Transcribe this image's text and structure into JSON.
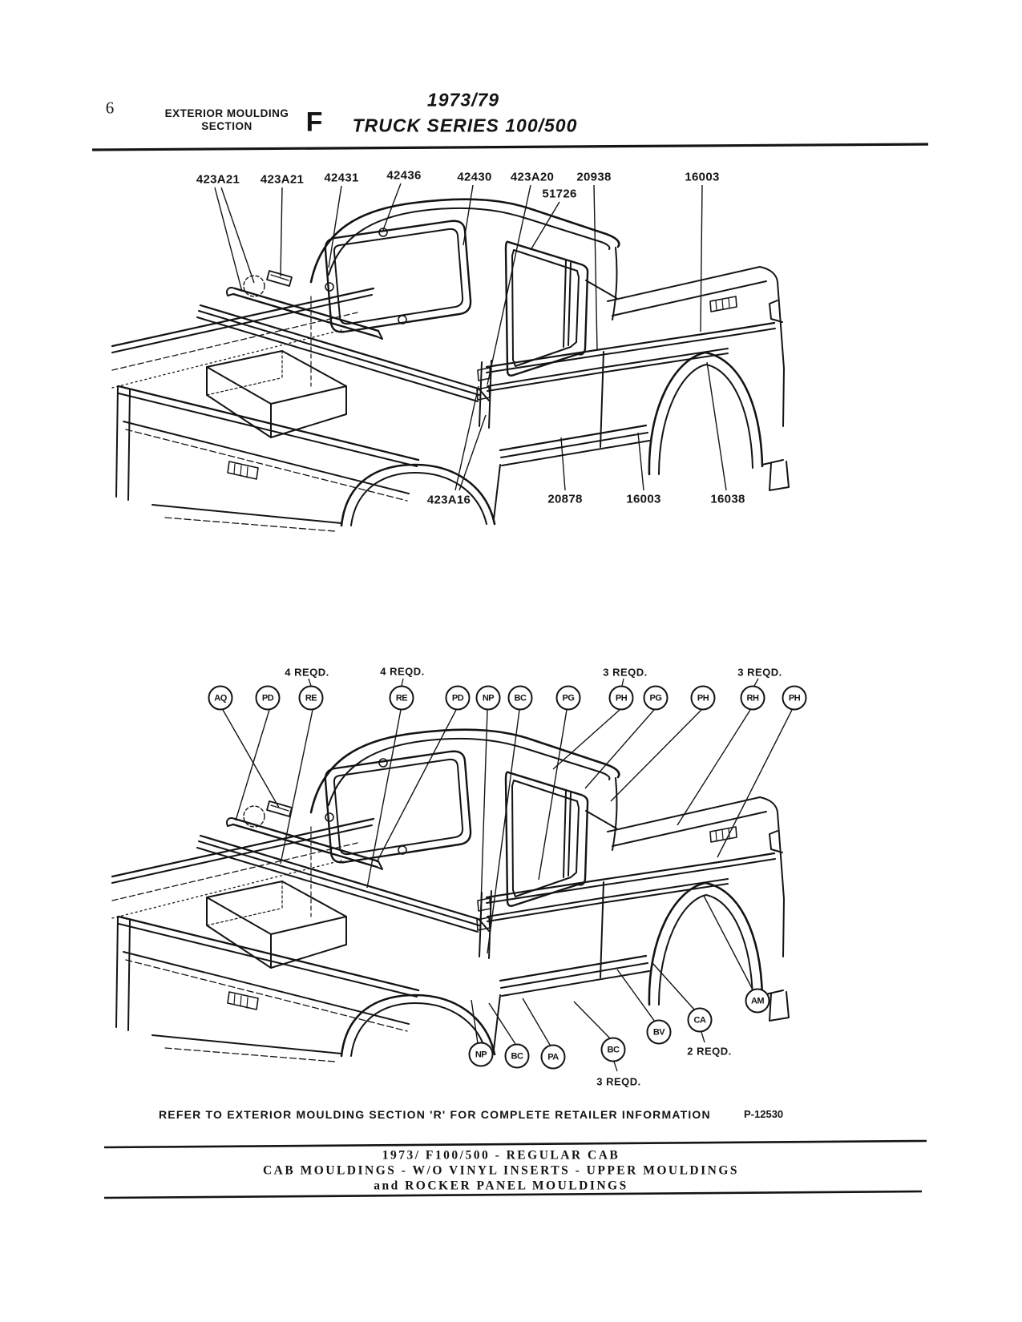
{
  "page": {
    "number": "6",
    "section": {
      "line1": "EXTERIOR MOULDING",
      "line2": "SECTION",
      "letter": "F"
    },
    "title": {
      "line1": "1973/79",
      "line2": "TRUCK  SERIES  100/500"
    }
  },
  "diagram1": {
    "top_labels": [
      "423A21",
      "423A21",
      "42431",
      "42436",
      "42430",
      "423A20",
      "20938",
      "16003"
    ],
    "mid_label": "51726",
    "bottom_labels": [
      "423A16",
      "20878",
      "16003",
      "16038"
    ]
  },
  "diagram2": {
    "qty_top": [
      "4 REQD.",
      "4 REQD.",
      "3 REQD.",
      "3 REQD."
    ],
    "callouts_top": [
      "AQ",
      "PD",
      "RE",
      "RE",
      "PD",
      "NP",
      "BC",
      "PG",
      "PH",
      "PG",
      "PH",
      "RH",
      "PH"
    ],
    "callouts_bottom": [
      "NP",
      "BC",
      "PA",
      "BC",
      "BV",
      "CA",
      "AM"
    ],
    "qty_bottom_2": "2 REQD.",
    "qty_bottom_3": "3 REQD."
  },
  "footer": {
    "note": "REFER TO EXTERIOR MOULDING SECTION 'R' FOR COMPLETE RETAILER INFORMATION",
    "code": "P-12530",
    "caption_line1": "1973/ F100/500 - REGULAR CAB",
    "caption_line2": "CAB MOULDINGS - W/O VINYL INSERTS - UPPER MOULDINGS",
    "caption_line3": "and ROCKER PANEL MOULDINGS"
  }
}
